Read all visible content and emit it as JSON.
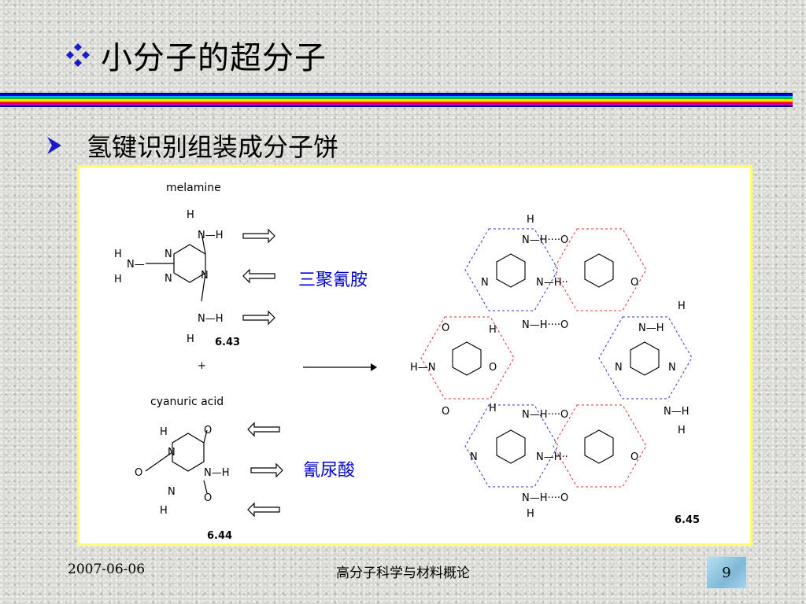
{
  "slide": {
    "title": "小分子的超分子",
    "title_icon": "diamond-bullet-icon",
    "bullet_icon": "arrow-bullet-icon",
    "bullet_text": "氢键识别组装成分子饼",
    "accent_color": "#0000cc"
  },
  "figure": {
    "melamine_label": "melamine",
    "melamine_number": "6.43",
    "plus": "+",
    "cyanuric_label": "cyanuric acid",
    "cyanuric_number": "6.44",
    "assembly_number": "6.45",
    "melamine_cn": "三聚氰胺",
    "cyanuric_cn": "氰尿酸"
  },
  "footer": {
    "date": "2007-06-06",
    "course": "高分子科学与材料概论",
    "page": "9"
  }
}
